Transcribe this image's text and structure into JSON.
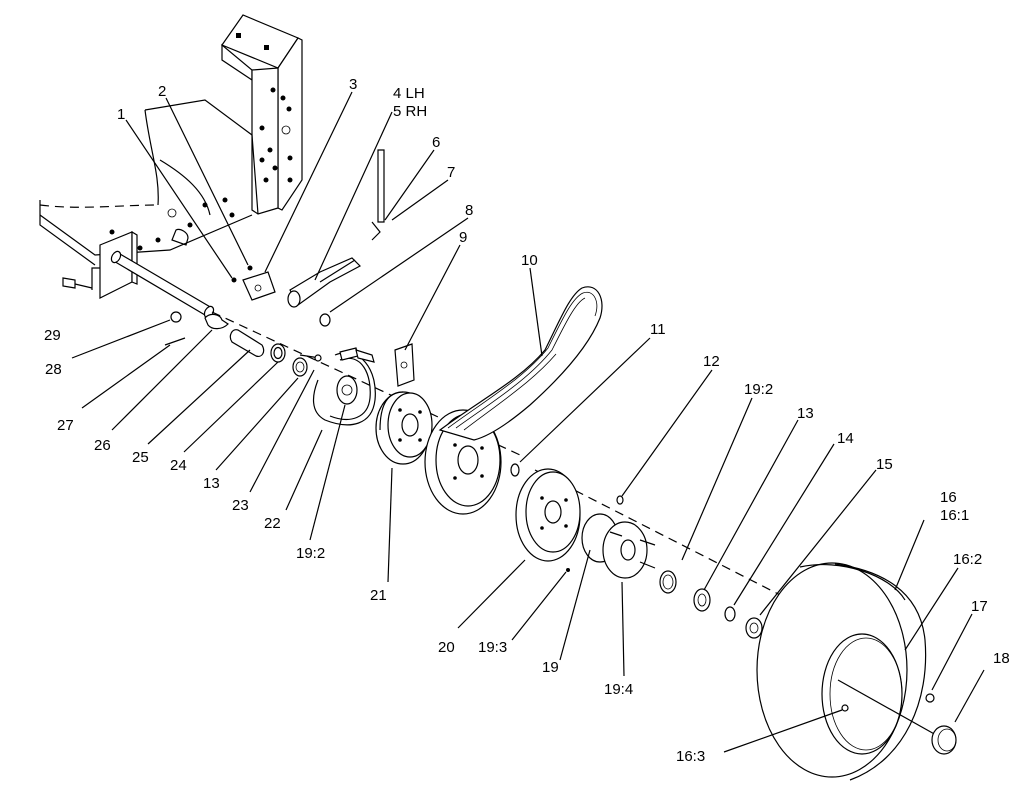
{
  "labels": [
    {
      "id": "1",
      "text": "1"
    },
    {
      "id": "2",
      "text": "2"
    },
    {
      "id": "3",
      "text": "3"
    },
    {
      "id": "4lh",
      "text": "4 LH"
    },
    {
      "id": "5rh",
      "text": "5 RH"
    },
    {
      "id": "6",
      "text": "6"
    },
    {
      "id": "7",
      "text": "7"
    },
    {
      "id": "8",
      "text": "8"
    },
    {
      "id": "9",
      "text": "9"
    },
    {
      "id": "10",
      "text": "10"
    },
    {
      "id": "11",
      "text": "11"
    },
    {
      "id": "12",
      "text": "12"
    },
    {
      "id": "19_2a",
      "text": "19:2"
    },
    {
      "id": "13a",
      "text": "13"
    },
    {
      "id": "14",
      "text": "14"
    },
    {
      "id": "15",
      "text": "15"
    },
    {
      "id": "16",
      "text": "16"
    },
    {
      "id": "16_1",
      "text": "16:1"
    },
    {
      "id": "16_2",
      "text": "16:2"
    },
    {
      "id": "17",
      "text": "17"
    },
    {
      "id": "18",
      "text": "18"
    },
    {
      "id": "16_3",
      "text": "16:3"
    },
    {
      "id": "19_4",
      "text": "19:4"
    },
    {
      "id": "19",
      "text": "19"
    },
    {
      "id": "19_3",
      "text": "19:3"
    },
    {
      "id": "20",
      "text": "20"
    },
    {
      "id": "21",
      "text": "21"
    },
    {
      "id": "19_2b",
      "text": "19:2"
    },
    {
      "id": "22",
      "text": "22"
    },
    {
      "id": "23",
      "text": "23"
    },
    {
      "id": "13b",
      "text": "13"
    },
    {
      "id": "24",
      "text": "24"
    },
    {
      "id": "25",
      "text": "25"
    },
    {
      "id": "26",
      "text": "26"
    },
    {
      "id": "27",
      "text": "27"
    },
    {
      "id": "28",
      "text": "28"
    },
    {
      "id": "29",
      "text": "29"
    }
  ]
}
